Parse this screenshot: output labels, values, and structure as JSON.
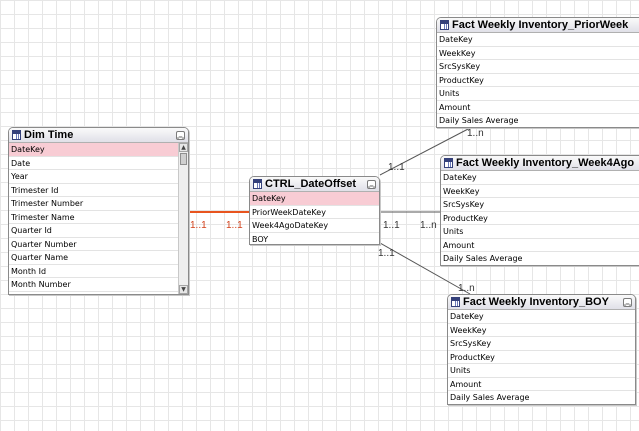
{
  "colors": {
    "highlight_row": "#f8ccd4",
    "active_link": "#e8541e",
    "link": "#555555"
  },
  "tables": {
    "dim_time": {
      "name": "Dim Time",
      "rows": [
        "DateKey",
        "Date",
        "Year",
        "Trimester Id",
        "Trimester Number",
        "Trimester Name",
        "Quarter Id",
        "Quarter Number",
        "Quarter Name",
        "Month Id",
        "Month Number"
      ]
    },
    "ctrl": {
      "name": "CTRL_DateOffset",
      "rows": [
        "DateKey",
        "PriorWeekDateKey",
        "Week4AgoDateKey",
        "BOY"
      ]
    },
    "prior": {
      "name": "Fact Weekly Inventory_PriorWeek",
      "rows": [
        "DateKey",
        "WeekKey",
        "SrcSysKey",
        "ProductKey",
        "Units",
        "Amount",
        "Daily Sales Average"
      ]
    },
    "week4": {
      "name": "Fact Weekly Inventory_Week4Ago",
      "rows": [
        "DateKey",
        "WeekKey",
        "SrcSysKey",
        "ProductKey",
        "Units",
        "Amount",
        "Daily Sales Average"
      ]
    },
    "boy": {
      "name": "Fact Weekly Inventory_BOY",
      "rows": [
        "DateKey",
        "WeekKey",
        "SrcSysKey",
        "ProductKey",
        "Units",
        "Amount",
        "Daily Sales Average"
      ]
    }
  },
  "relationships": [
    {
      "from": "dim_time",
      "to": "ctrl",
      "from_card": "1..1",
      "to_card": "1..1"
    },
    {
      "from": "ctrl",
      "to": "prior",
      "from_card": "1..1",
      "to_card": "1..n"
    },
    {
      "from": "ctrl",
      "to": "week4",
      "from_card": "1..1",
      "to_card": "1..n"
    },
    {
      "from": "ctrl",
      "to": "boy",
      "from_card": "1..1",
      "to_card": "1..n"
    }
  ]
}
